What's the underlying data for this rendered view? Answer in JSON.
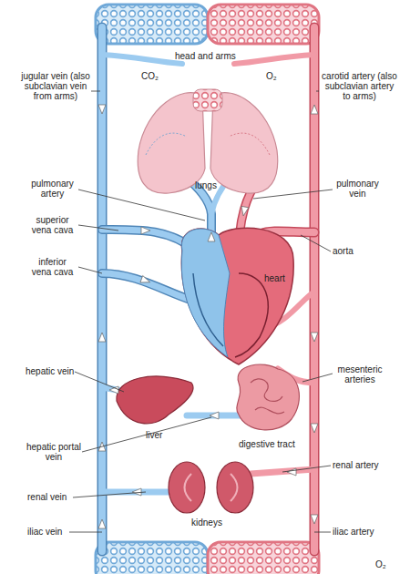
{
  "diagram": {
    "labels": [
      "jugular vein (also subclavian vein from arms)",
      "carotid artery (also subclavian artery to arms)",
      "head and arms",
      "CO₂",
      "O₂",
      "pulmonary artery",
      "lungs",
      "pulmonary vein",
      "superior vena cava",
      "inferior vena cava",
      "aorta",
      "heart",
      "hepatic vein",
      "mesenteric arteries",
      "liver",
      "hepatic portal vein",
      "digestive tract",
      "renal artery",
      "renal vein",
      "kidneys",
      "iliac vein",
      "iliac artery",
      "O₂"
    ]
  }
}
